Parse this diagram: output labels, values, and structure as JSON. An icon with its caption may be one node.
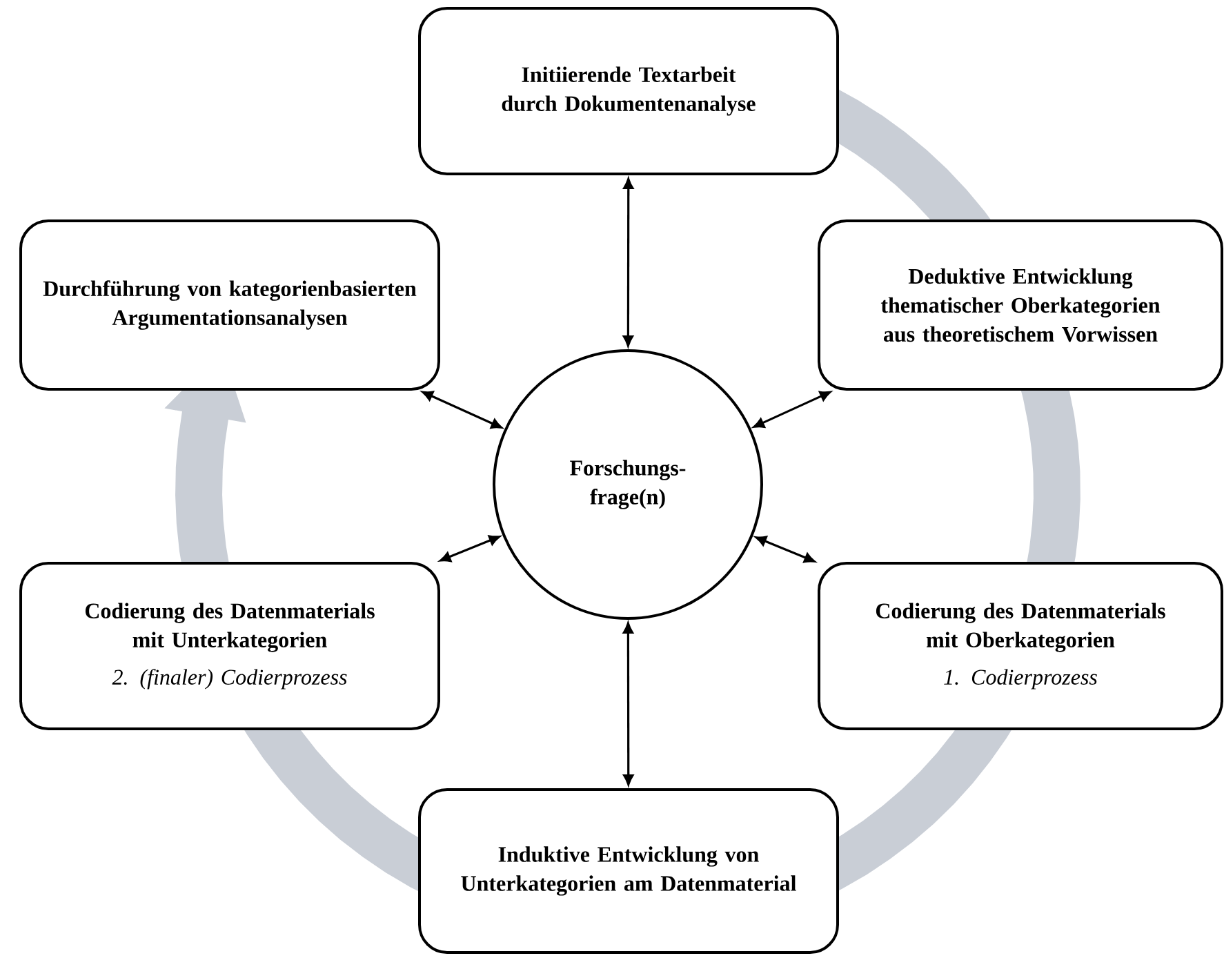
{
  "diagram": {
    "nodes": [
      {
        "text": [
          "Initiierende Textarbeit durch Dokumentenanalyse"
        ]
      },
      {
        "text": [
          "Durchführung von kategorienbasierten Argumentationsanalysen"
        ]
      },
      {
        "text": [
          "Deduktive Entwicklung thematischer Oberkategorien aus theoretischem Vorwissen"
        ]
      },
      {
        "text": [
          "Forschungs-frage(n)"
        ]
      },
      {
        "text": [
          "Codierung des Datenmaterials mit Unterkategorien",
          "2. (finaler) Codierprozess"
        ]
      },
      {
        "text": [
          "Codierung des Datenmaterials mit Oberkategorien",
          "1. Codierprozess"
        ]
      },
      {
        "text": [
          "Induktive Entwicklung von Unterkategorien am Datenmaterial"
        ]
      }
    ],
    "edges": [
      {
        "from": 3,
        "to": 0,
        "arrow": "both"
      },
      {
        "from": 3,
        "to": 1,
        "arrow": "both"
      },
      {
        "from": 3,
        "to": 2,
        "arrow": "both"
      },
      {
        "from": 3,
        "to": 4,
        "arrow": "both"
      },
      {
        "from": 3,
        "to": 5,
        "arrow": "both"
      },
      {
        "from": 3,
        "to": 6,
        "arrow": "both"
      }
    ]
  }
}
